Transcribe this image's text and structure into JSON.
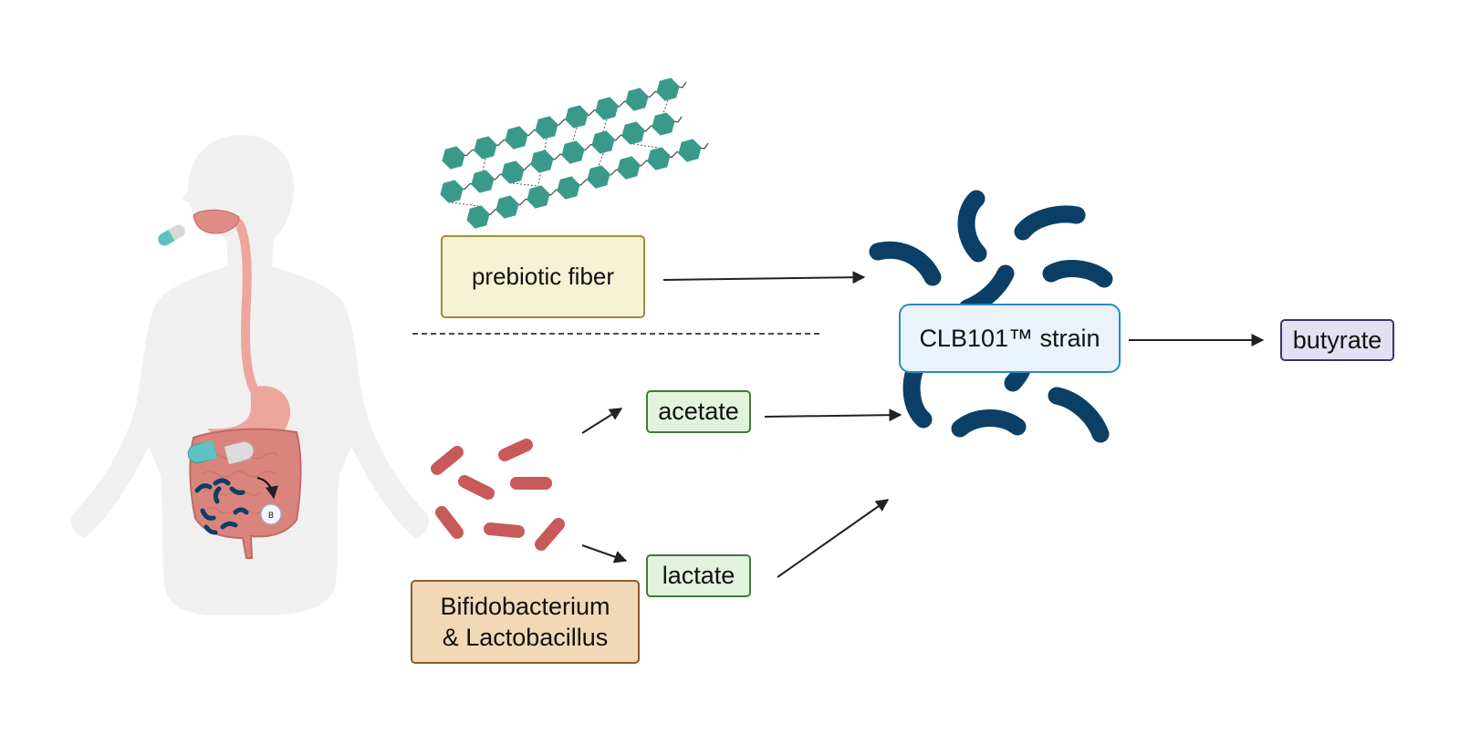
{
  "diagram": {
    "labels": {
      "prebiotic_fiber": "prebiotic fiber",
      "clb_strain": "CLB101™ strain",
      "butyrate": "butyrate",
      "acetate": "acetate",
      "lactate": "lactate",
      "bifido_line1": "Bifidobacterium",
      "bifido_line2": "& Lactobacillus",
      "gut_marker": "B"
    },
    "edges": [
      {
        "from": "prebiotic fiber",
        "to": "CLB101™ strain"
      },
      {
        "from": "Bifidobacterium & Lactobacillus",
        "to": "acetate"
      },
      {
        "from": "Bifidobacterium & Lactobacillus",
        "to": "lactate"
      },
      {
        "from": "acetate",
        "to": "CLB101™ strain"
      },
      {
        "from": "lactate",
        "to": "CLB101™ strain"
      },
      {
        "from": "CLB101™ strain",
        "to": "butyrate"
      }
    ],
    "colors": {
      "fiber_hexagon": "#3a9a8a",
      "clb_bacteria": "#0b3f66",
      "lacto_bacteria": "#c85a5a",
      "gut_tract": "#eda69b",
      "intestine": "#d9847c",
      "body_silhouette": "#efefef",
      "capsule_teal": "#5cc2c2",
      "capsule_grey": "#d8d8d8"
    }
  }
}
